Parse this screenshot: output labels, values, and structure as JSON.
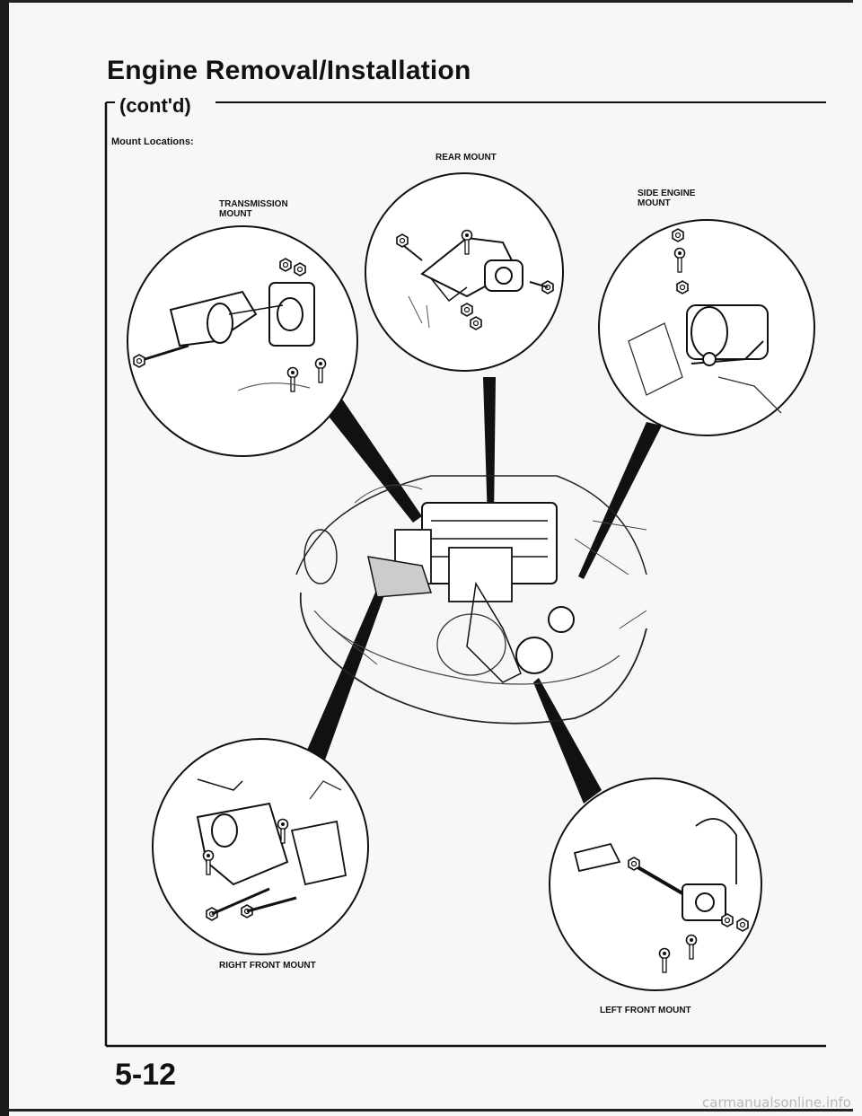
{
  "page": {
    "title": "Engine Removal/Installation",
    "subtitle": "(cont'd)",
    "intro_label": "Mount Locations:",
    "page_number": "5-12",
    "watermark": "carmanualsonline.info"
  },
  "mounts": {
    "rear": "REAR MOUNT",
    "transmission_line1": "TRANSMISSION",
    "transmission_line2": "MOUNT",
    "side_engine_line1": "SIDE ENGINE",
    "side_engine_line2": "MOUNT",
    "right_front": "RIGHT FRONT MOUNT",
    "left_front": "LEFT FRONT MOUNT"
  },
  "icons": [
    "bolt-icon",
    "nut-icon",
    "washer-icon",
    "bracket-icon"
  ]
}
